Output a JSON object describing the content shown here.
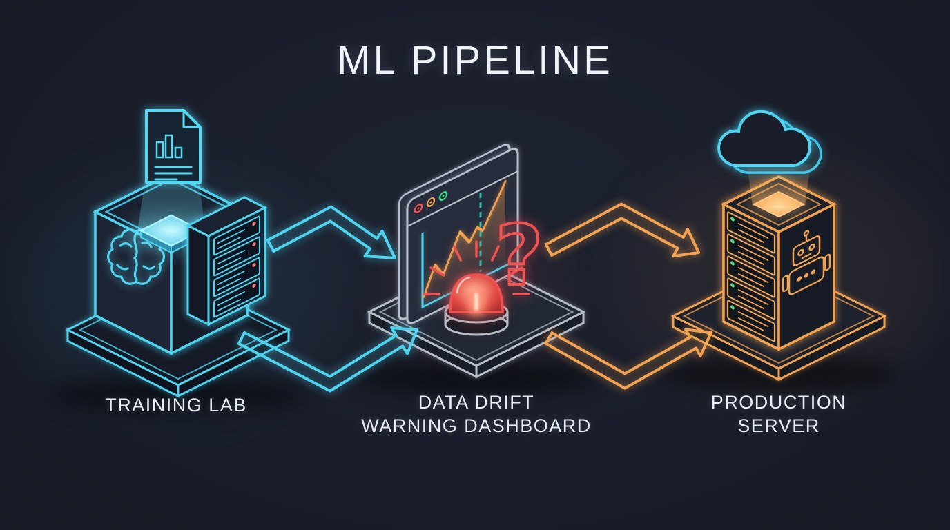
{
  "title": "ML PIPELINE",
  "nodes": [
    {
      "id": "training-lab",
      "lines": [
        "TRAINING LAB"
      ],
      "accent_color": "#4fd4ef",
      "icons": [
        "document-icon",
        "hologram-beam",
        "glowing-pad",
        "brain-icon",
        "server-rack-icon",
        "platform-base"
      ]
    },
    {
      "id": "data-drift-warning-dashboard",
      "lines": [
        "DATA DRIFT",
        "WARNING DASHBOARD"
      ],
      "accent_color": "#b6bfca",
      "question_glyph": "?",
      "icons": [
        "browser-window-icon",
        "window-traffic-lights",
        "line-chart-icon",
        "drift-dashed-line",
        "alert-siren-icon",
        "question-mark-icon",
        "platform-base"
      ]
    },
    {
      "id": "production-server",
      "lines": [
        "PRODUCTION",
        "SERVER"
      ],
      "accent_color": "#f2a351",
      "icons": [
        "cloud-icon",
        "deploy-beam",
        "server-tower-icon",
        "rack-led-lights",
        "robot-icon",
        "platform-base"
      ]
    }
  ],
  "edges": [
    {
      "from": "training-lab",
      "to": "data-drift-warning-dashboard",
      "style": "double-bent-neon-arrow",
      "color": "#4fd4ef"
    },
    {
      "from": "data-drift-warning-dashboard",
      "to": "production-server",
      "style": "double-bent-neon-arrow",
      "color": "#f2a351"
    }
  ],
  "colors": {
    "background": "#1a1e2b",
    "cyan": "#4fd4ef",
    "orange": "#f2a351",
    "red": "#f05252",
    "gray": "#b6bfca",
    "green_led": "#57e389",
    "teal_dashed": "#2fbfae",
    "title_text": "#f0f3f7"
  }
}
